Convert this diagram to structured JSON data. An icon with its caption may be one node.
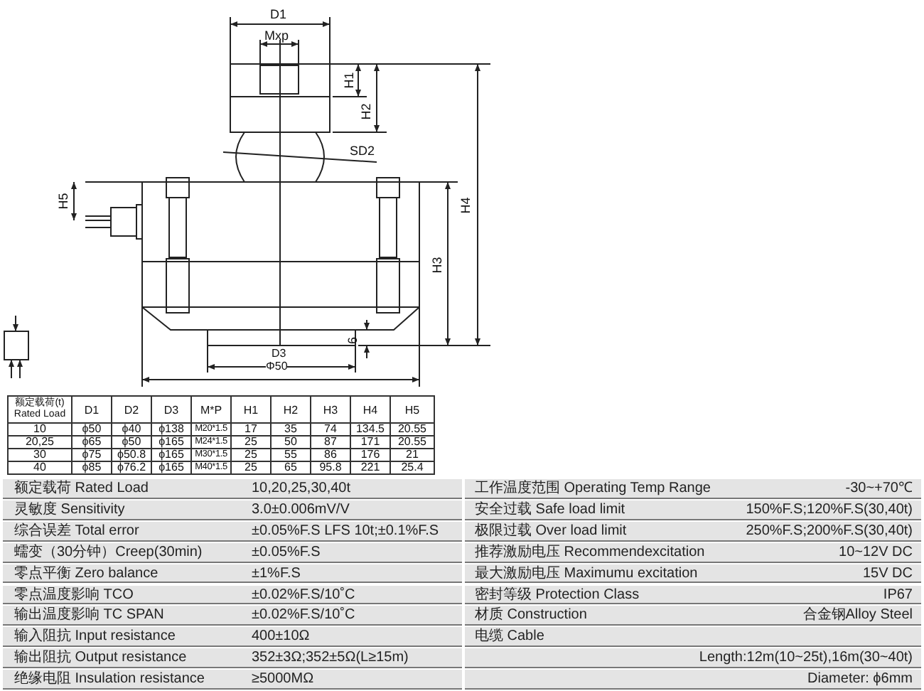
{
  "diagram": {
    "labels": [
      "D1",
      "Mxp",
      "H1",
      "H2",
      "SD2",
      "H5",
      "H4",
      "H3",
      "6",
      "D3",
      "Φ50",
      "额定载荷(t) Rated Load",
      "D1",
      "D2",
      "D3",
      "M*P",
      "H1",
      "H2",
      "H3",
      "H4",
      "H5",
      "10",
      "ϕ50",
      "ϕ40",
      "ϕ138",
      "M20*1.5",
      "17",
      "35",
      "74",
      "134.5",
      "20.55",
      "20,25",
      "ϕ65",
      "ϕ50",
      "ϕ165",
      "M24*1.5",
      "25",
      "50",
      "87",
      "171",
      "20.55",
      "30",
      "ϕ75",
      "ϕ50.8",
      "ϕ165",
      "M30*1.5",
      "25",
      "55",
      "86",
      "176",
      "21",
      "40",
      "ϕ85",
      "ϕ76.2",
      "ϕ165",
      "M40*1.5",
      "25",
      "65",
      "95.8",
      "221",
      "25.4",
      "额定载荷 Rated Load",
      "10,20,25,30,40t",
      "工作温度范围 Operating Temp Range",
      "-30~+70℃",
      "灵敏度 Sensitivity",
      "3.0±0.006mV/V",
      "安全过载 Safe load limit",
      "150%F.S;120%F.S(30,40t)",
      "综合误差 Total error",
      "±0.05%F.S LFS 10t;±0.1%F.S",
      "极限过载 Over load limit",
      "250%F.S;200%F.S(30,40t)",
      "蠕变（30分钟）Creep(30min)",
      "±0.05%F.S",
      "推荐激励电压 Recommendexcitation",
      "10~12V DC",
      "零点平衡 Zero balance",
      "±1%F.S",
      "最大激励电压 Maximumu excitation",
      "15V DC",
      "零点温度影响 TCO",
      "±0.02%F.S/10˚C",
      "密封等级 Protection Class",
      "IP67",
      "输出温度影响 TC SPAN",
      "±0.02%F.S/10˚C",
      "材质 Construction",
      "合金钢Alloy Steel",
      "输入阻抗 Input resistance",
      "400±10Ω",
      "电缆 Cable",
      "输出阻抗 Output resistance",
      "352±3Ω;352±5Ω(L≥15m)",
      "Length:12m(10~25t),16m(30~40t)",
      "绝缘电阻 Insulation resistance",
      "≥5000MΩ",
      "Diameter: ϕ6mm"
    ]
  }
}
